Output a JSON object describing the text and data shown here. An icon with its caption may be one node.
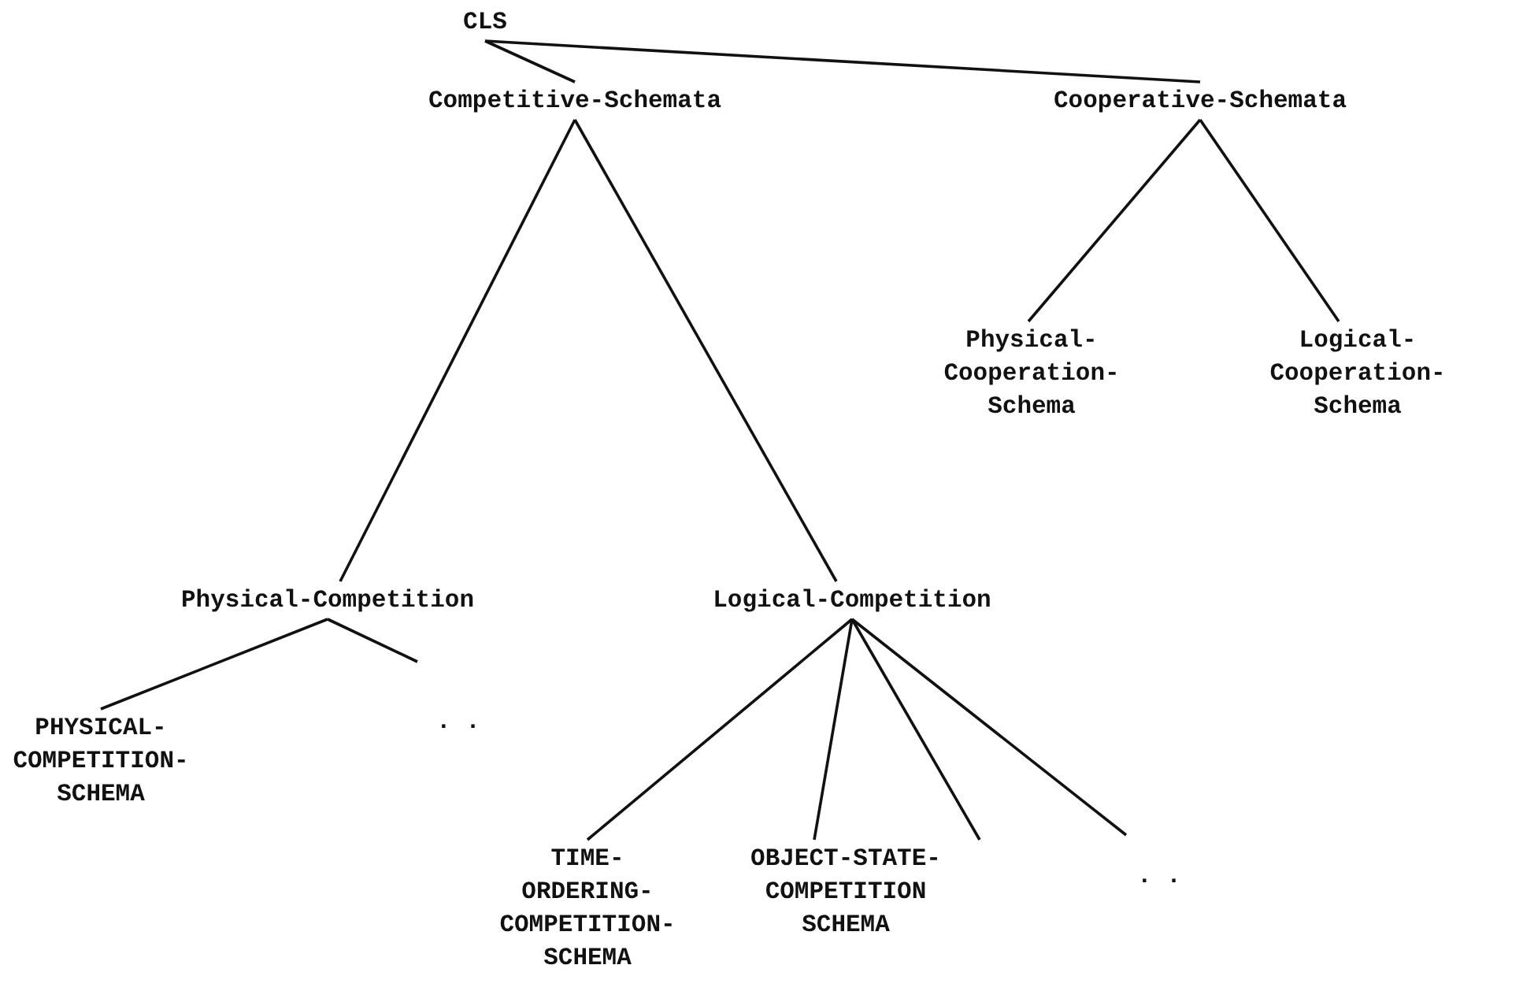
{
  "diagram": {
    "nodes": [
      {
        "text": [
          "CLS"
        ]
      },
      {
        "text": [
          "Competitive-Schemata"
        ]
      },
      {
        "text": [
          "Cooperative-Schemata"
        ]
      },
      {
        "text": [
          "Physical- Cooperation- Schema"
        ]
      },
      {
        "text": [
          "Logical- Cooperation- Schema"
        ]
      },
      {
        "text": [
          "Physical-Competition"
        ]
      },
      {
        "text": [
          "Logical-Competition"
        ]
      },
      {
        "text": [
          "PHYSICAL- COMPETITION- SCHEMA"
        ]
      },
      {
        "text": [
          "TIME- ORDERING- COMPETITION- SCHEMA"
        ]
      },
      {
        "text": [
          "OBJECT-STATE- COMPETITION SCHEMA"
        ]
      }
    ],
    "edges": [
      {
        "from": 0,
        "to": 1,
        "arrow": "none"
      },
      {
        "from": 0,
        "to": 2,
        "arrow": "none"
      },
      {
        "from": 2,
        "to": 3,
        "arrow": "none"
      },
      {
        "from": 2,
        "to": 4,
        "arrow": "none"
      },
      {
        "from": 1,
        "to": 5,
        "arrow": "none"
      },
      {
        "from": 1,
        "to": 6,
        "arrow": "none"
      },
      {
        "from": 5,
        "to": 7,
        "arrow": "none"
      },
      {
        "from": 5,
        "to": null,
        "arrow": "none"
      },
      {
        "from": 6,
        "to": 8,
        "arrow": "none"
      },
      {
        "from": 6,
        "to": 9,
        "arrow": "none"
      },
      {
        "from": 6,
        "to": 9,
        "arrow": "none"
      },
      {
        "from": 6,
        "to": null,
        "arrow": "none"
      }
    ],
    "labels": [
      ". .",
      ". ."
    ]
  }
}
